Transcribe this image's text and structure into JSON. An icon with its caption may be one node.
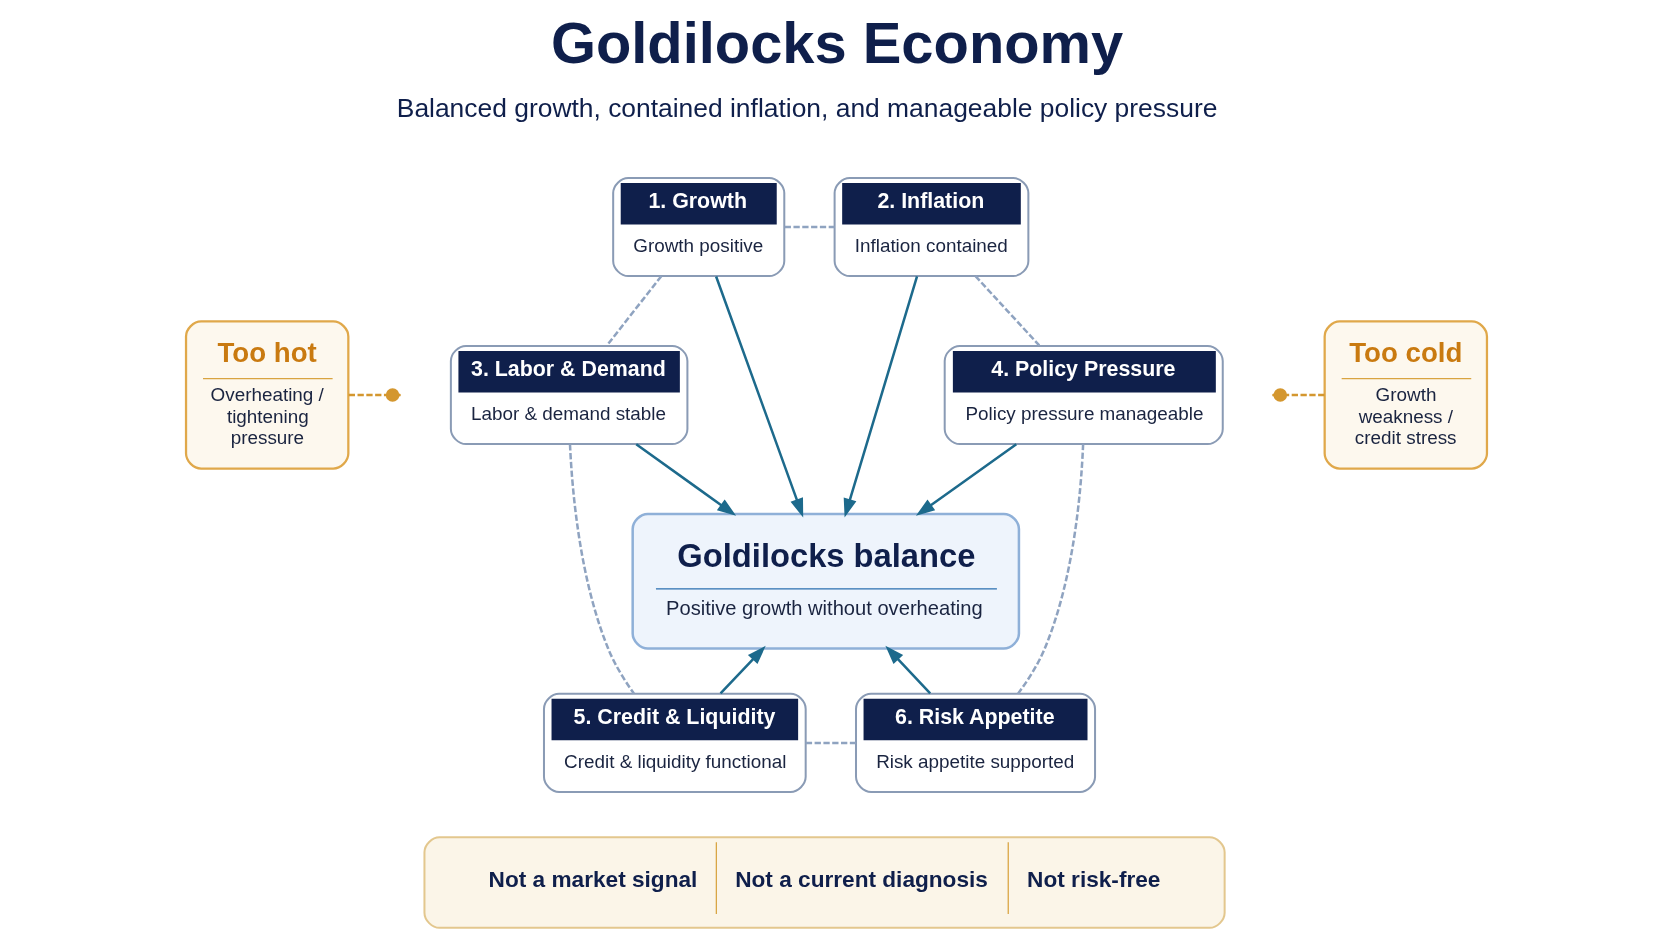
{
  "diagram": {
    "title": "Goldilocks Economy",
    "nodes": [
      {
        "text": [
          "1. Growth",
          "Growth positive"
        ]
      },
      {
        "text": [
          "2. Inflation",
          "Inflation contained"
        ]
      },
      {
        "text": [
          "Too hot",
          "Overheating / tightening pressure"
        ]
      },
      {
        "text": [
          "3. Labor & Demand",
          "Labor & demand stable"
        ]
      },
      {
        "text": [
          "Goldilocks balance",
          "Positive growth without overheating"
        ]
      },
      {
        "text": [
          "4. Policy Pressure",
          "Policy pressure manageable"
        ]
      },
      {
        "text": [
          "Too cold",
          "Growth weakness / credit stress"
        ]
      },
      {
        "text": [
          "5. Credit & Liquidity",
          "Credit & liquidity functional"
        ]
      },
      {
        "text": [
          "6. Risk Appetite",
          "Risk appetite supported"
        ]
      },
      {
        "text": [
          "Not a market signal",
          "Not a current diagnosis",
          "Not risk-free"
        ]
      }
    ],
    "edges": [
      {
        "from": 0,
        "to": 4,
        "arrow": "to"
      },
      {
        "from": 1,
        "to": 4,
        "arrow": "to"
      },
      {
        "from": 3,
        "to": 4,
        "arrow": "to"
      },
      {
        "from": 5,
        "to": 4,
        "arrow": "to"
      },
      {
        "from": 7,
        "to": 4,
        "arrow": "to"
      },
      {
        "from": 8,
        "to": 4,
        "arrow": "to"
      },
      {
        "from": 0,
        "to": 1,
        "arrow": "none",
        "style": "dashed",
        "color": "#8fa3c0"
      },
      {
        "from": 0,
        "to": 3,
        "arrow": "none",
        "style": "dashed",
        "color": "#8fa3c0"
      },
      {
        "from": 3,
        "to": 7,
        "arrow": "none",
        "style": "dashed",
        "color": "#8fa3c0"
      },
      {
        "from": 7,
        "to": 8,
        "arrow": "none",
        "style": "dashed",
        "color": "#8fa3c0"
      },
      {
        "from": 1,
        "to": 5,
        "arrow": "none",
        "style": "dashed",
        "color": "#8fa3c0"
      },
      {
        "from": 5,
        "to": 8,
        "arrow": "none",
        "style": "dashed",
        "color": "#8fa3c0"
      },
      {
        "from": 2,
        "to": null,
        "arrow": "other",
        "style": "dashed",
        "color": "#d4972f"
      },
      {
        "from": 6,
        "to": null,
        "arrow": "other",
        "style": "dashed",
        "color": "#d4972f"
      }
    ],
    "labels": [
      "Balanced growth, contained inflation, and manageable policy pressure"
    ]
  }
}
